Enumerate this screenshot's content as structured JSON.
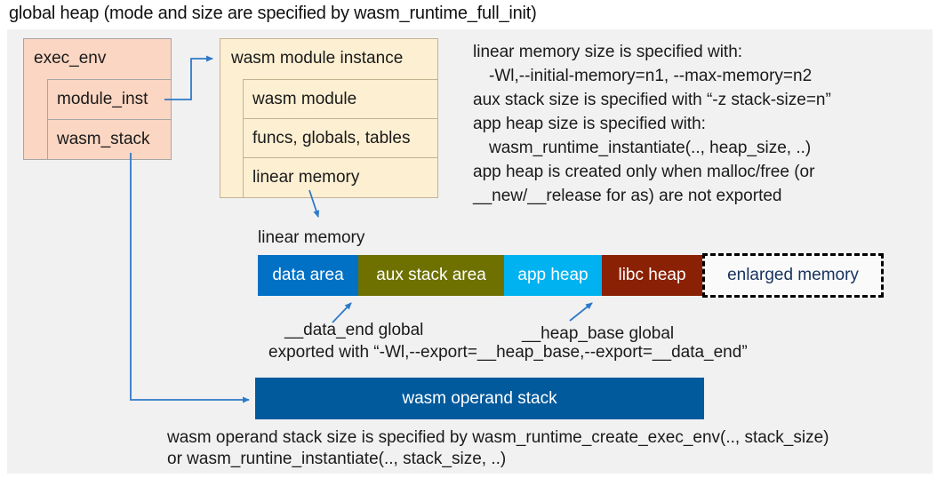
{
  "title": "global heap (mode and size are specified by wasm_runtime_full_init)",
  "exec_env": {
    "title": "exec_env",
    "rows": [
      {
        "label": "module_inst"
      },
      {
        "label": "wasm_stack"
      }
    ]
  },
  "module_instance": {
    "title": "wasm module instance",
    "rows": [
      {
        "label": "wasm module"
      },
      {
        "label": "funcs, globals, tables"
      },
      {
        "label": "linear memory"
      }
    ]
  },
  "notes_right": {
    "lines": [
      "linear memory size is specified with:",
      "-Wl,--initial-memory=n1, --max-memory=n2",
      "aux stack size is specified with “-z stack-size=n”",
      "app heap size is specified with:",
      "wasm_runtime_instantiate(.., heap_size, ..)",
      "app heap is created only when malloc/free (or",
      "__new/__release for as) are not exported"
    ]
  },
  "linear_memory": {
    "label": "linear memory",
    "segments": [
      {
        "label": "data area",
        "color": "#0071c5"
      },
      {
        "label": "aux stack area",
        "color": "#6e7100"
      },
      {
        "label": "app heap",
        "color": "#00b2f0"
      },
      {
        "label": "libc heap",
        "color": "#8a2104"
      },
      {
        "label": "enlarged memory",
        "color": "#fafafa",
        "text_color": "#16325f"
      }
    ]
  },
  "annotations": {
    "data_end": "__data_end global",
    "heap_base": "__heap_base global",
    "export_line": "exported with “-Wl,--export=__heap_base,--export=__data_end”"
  },
  "operand_stack": {
    "label": "wasm operand stack"
  },
  "bottom_note": {
    "lines": [
      "wasm operand stack size is specified by wasm_runtime_create_exec_env(.., stack_size)",
      "or wasm_runtine_instantiate(.., stack_size, ..)"
    ]
  },
  "colors": {
    "panel_background": "#f1f1f2",
    "exec_env_fill": "#fbd6c2",
    "module_instance_fill": "#fcefd2",
    "operand_stack_fill": "#005a9c",
    "arrow": "#2e79c7",
    "enlarged_memory_text": "#16325f"
  }
}
